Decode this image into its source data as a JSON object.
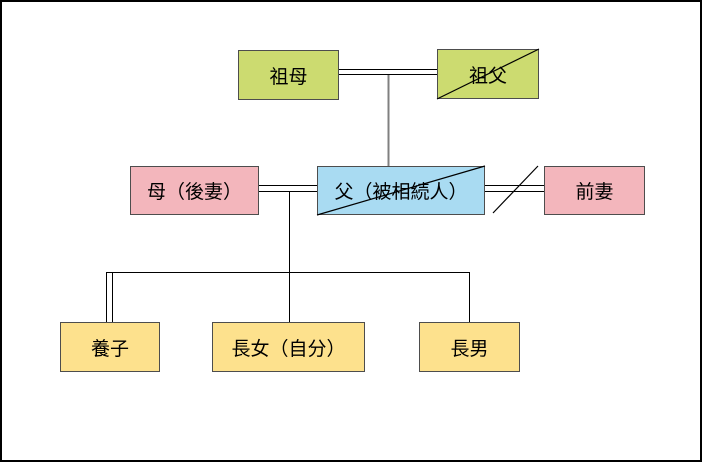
{
  "diagram": {
    "type": "family-tree",
    "nodes": [
      {
        "id": "grandmother",
        "label": "祖母",
        "color": "#ccdb70",
        "deceased": false
      },
      {
        "id": "grandfather",
        "label": "祖父",
        "color": "#ccdb70",
        "deceased": true
      },
      {
        "id": "mother",
        "label": "母（後妻）",
        "color": "#f3b6bc",
        "deceased": false
      },
      {
        "id": "father",
        "label": "父（被相続人）",
        "color": "#a9dbf2",
        "deceased": true
      },
      {
        "id": "ex-wife",
        "label": "前妻",
        "color": "#f3b6bc",
        "deceased": false
      },
      {
        "id": "adopted-child",
        "label": "養子",
        "color": "#fde18d",
        "deceased": false
      },
      {
        "id": "eldest-daughter",
        "label": "長女（自分）",
        "color": "#fde18d",
        "deceased": false
      },
      {
        "id": "eldest-son",
        "label": "長男",
        "color": "#fde18d",
        "deceased": false
      }
    ],
    "relationships": [
      {
        "type": "marriage",
        "between": [
          "祖母",
          "祖父"
        ]
      },
      {
        "type": "parent-child",
        "from": "祖母・祖父",
        "to": "父（被相続人）"
      },
      {
        "type": "marriage",
        "between": [
          "母（後妻）",
          "父（被相続人）"
        ]
      },
      {
        "type": "divorce",
        "between": [
          "父（被相続人）",
          "前妻"
        ]
      },
      {
        "type": "child",
        "from": "母（後妻）・父（被相続人）",
        "to": "長女（自分）"
      },
      {
        "type": "child",
        "from": "母（後妻）・父（被相続人）",
        "to": "長男"
      },
      {
        "type": "adoption",
        "from": "母（後妻）・父（被相続人）",
        "to": "養子"
      }
    ],
    "palette": {
      "grandparents": "#ccdb70",
      "wives": "#f3b6bc",
      "decedent": "#a9dbf2",
      "children": "#fde18d",
      "line": "#000000",
      "parent_drop_line": "#808080",
      "box_border": "#4d4d4d",
      "frame_border": "#000000",
      "background": "#ffffff"
    }
  }
}
